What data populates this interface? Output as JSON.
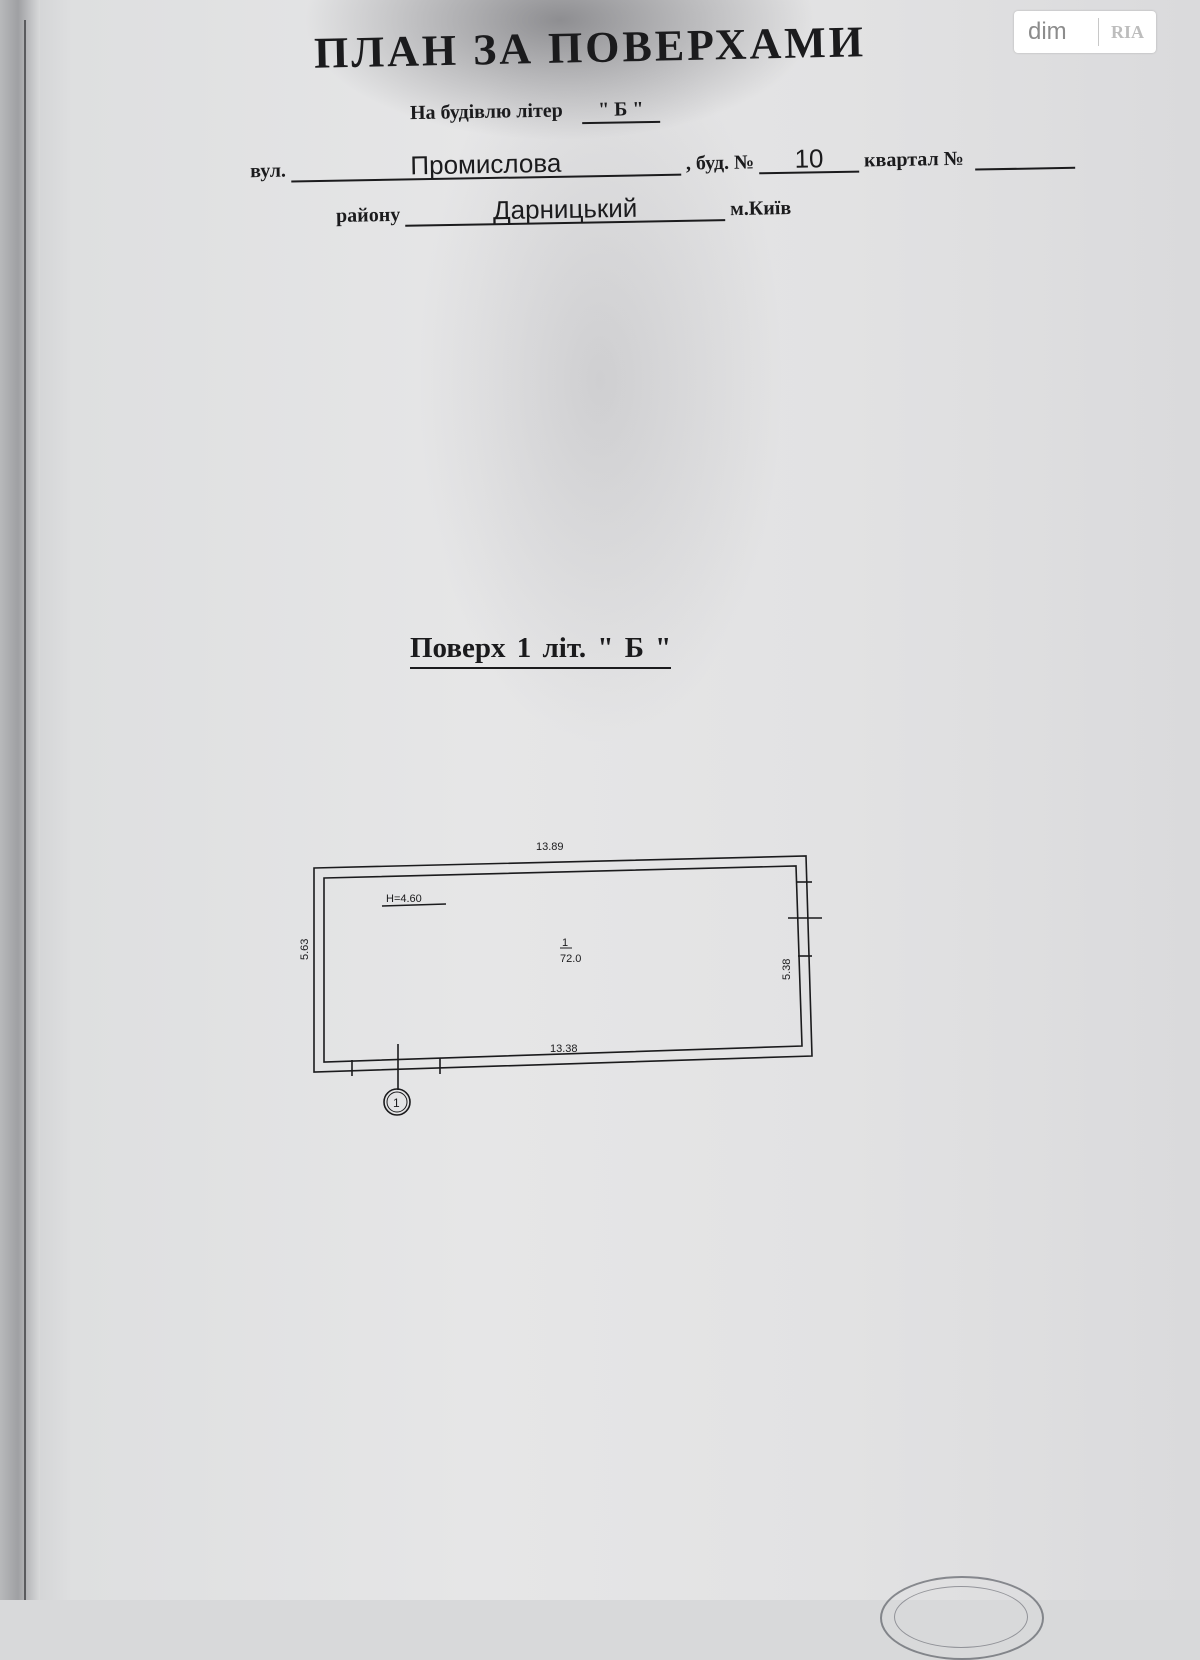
{
  "header": {
    "title": "ПЛАН ЗА ПОВЕРХАМИ",
    "building_label": "На будівлю літер",
    "building_letter": "\" Б \"",
    "street_label": "вул.",
    "street_value": "Промислова",
    "house_label": ", буд. №",
    "house_value": "10",
    "quarter_label": "квартал №",
    "quarter_value": "",
    "district_label": "району",
    "district_value": "Дарницький",
    "city": "м.Київ"
  },
  "floor": {
    "title": "Поверх 1 літ. \" Б \""
  },
  "plan": {
    "top_length": "13.89",
    "bottom_length": "13.38",
    "left_width": "5.63",
    "right_width": "5.38",
    "height_mark": "H=4.60",
    "room_number": "1",
    "room_area": "72.0",
    "axis_label": "1"
  },
  "watermark": {
    "brand_left": "dim",
    "brand_right": "RIA"
  }
}
